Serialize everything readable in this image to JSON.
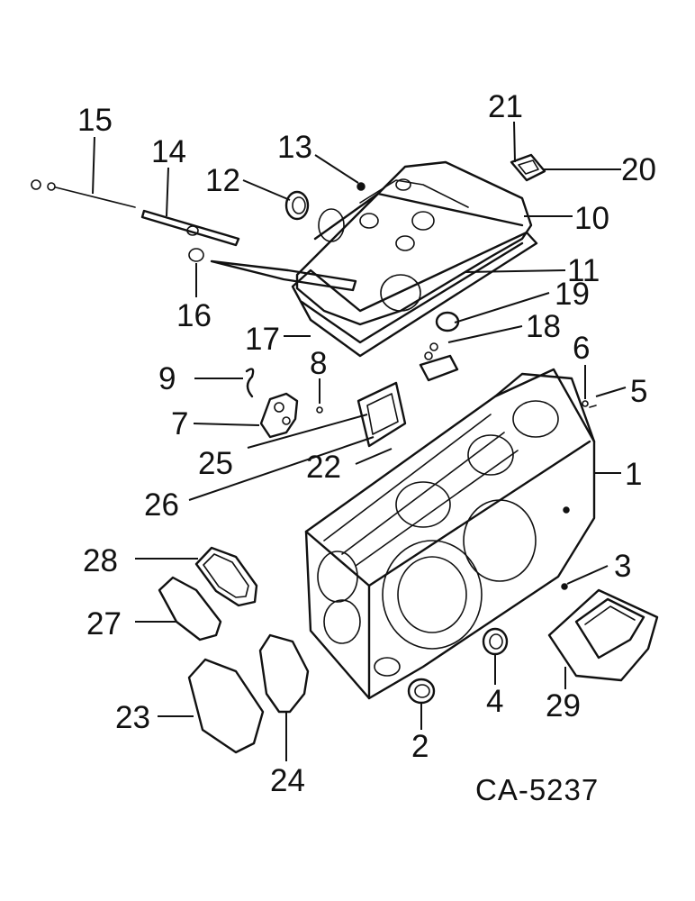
{
  "diagram": {
    "code": "CA-5237",
    "callouts": [
      "1",
      "2",
      "3",
      "4",
      "5",
      "6",
      "7",
      "8",
      "9",
      "10",
      "11",
      "12",
      "13",
      "14",
      "15",
      "16",
      "17",
      "18",
      "19",
      "20",
      "21",
      "22",
      "23",
      "24",
      "25",
      "26",
      "27",
      "28",
      "29"
    ]
  }
}
